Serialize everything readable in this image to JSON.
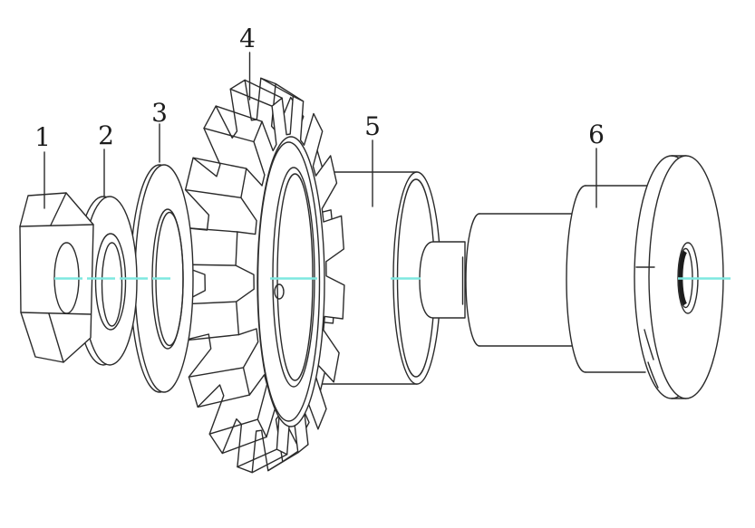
{
  "diagram": {
    "labels": [
      {
        "text": "1"
      },
      {
        "text": "2"
      },
      {
        "text": "3"
      },
      {
        "text": "4"
      },
      {
        "text": "5"
      },
      {
        "text": "6"
      }
    ],
    "colors": {
      "background": "#ffffff",
      "line": "#2b2b2b",
      "centerline": "#7ee8e0"
    }
  }
}
